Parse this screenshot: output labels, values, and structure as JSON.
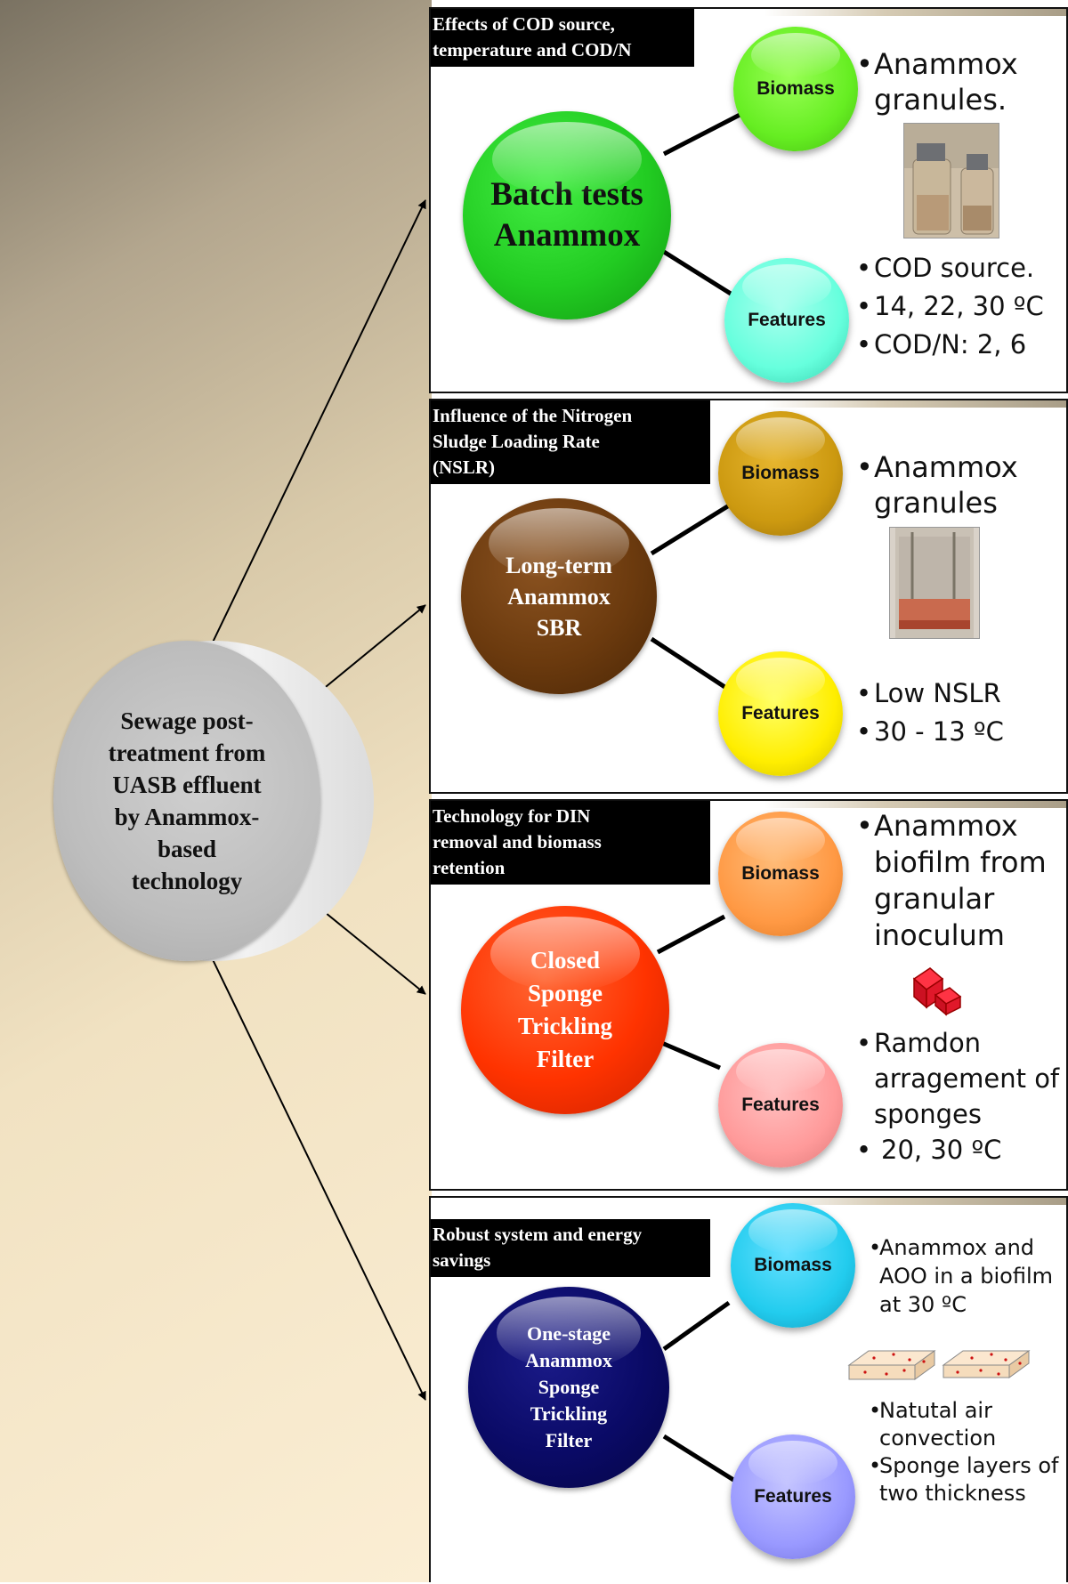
{
  "central": {
    "lines": [
      "Sewage post-",
      "treatment from",
      "UASB effluent",
      "by Anammox-",
      "based",
      "technology"
    ]
  },
  "panels": [
    {
      "tag_lines": [
        "Effects of COD source,",
        "temperature and COD/N"
      ],
      "main_lines": [
        "Batch tests",
        "Anammox"
      ],
      "main_color": "#22cc22",
      "biomass_label": "Biomass",
      "biomass_color": "#66ee22",
      "features_label": "Features",
      "features_color": "#66ffdd",
      "biomass_items": [
        "Anammox granules."
      ],
      "features_items": [
        "COD source.",
        "14, 22, 30 ºC",
        "COD/N: 2, 6"
      ],
      "picture": "photo of glass bottles with anammox granules"
    },
    {
      "tag_lines": [
        "Influence of the Nitrogen",
        "Sludge Loading Rate",
        "(NSLR)"
      ],
      "main_lines": [
        "Long-term",
        "Anammox",
        "SBR"
      ],
      "main_color": "#6b3a0e",
      "biomass_label": "Biomass",
      "biomass_color": "#cc9910",
      "features_label": "Features",
      "features_color": "#ffee00",
      "biomass_items": [
        "Anammox granules"
      ],
      "features_items": [
        "Low NSLR",
        "30 - 13 ºC"
      ],
      "picture": "photo of SBR reactor with red granules"
    },
    {
      "tag_lines": [
        "Technology for DIN",
        "removal and biomass",
        "retention"
      ],
      "main_lines": [
        "Closed",
        "Sponge",
        "Trickling",
        "Filter"
      ],
      "main_color": "#ff3300",
      "biomass_label": "Biomass",
      "biomass_color": "#ff9944",
      "features_label": "Features",
      "features_color": "#ff9a9a",
      "biomass_items": [
        "Anammox biofilm from granular inoculum"
      ],
      "features_items": [
        "Ramdon arragement of sponges",
        "20, 30 ºC"
      ],
      "picture": "red sponge cubes"
    },
    {
      "tag_lines": [
        "Robust system and energy",
        "savings"
      ],
      "main_lines": [
        "One-stage",
        "Anammox",
        "Sponge",
        "Trickling",
        "Filter"
      ],
      "main_color": "#0a0a66",
      "biomass_label": "Biomass",
      "biomass_color": "#22ccee",
      "features_label": "Features",
      "features_color": "#9999ff",
      "biomass_items": [
        "Anammox and AOO in a biofilm at 30 ºC"
      ],
      "features_items": [
        "Natutal air convection",
        "Sponge layers of two thickness"
      ],
      "picture": "two sponge sheets"
    }
  ]
}
